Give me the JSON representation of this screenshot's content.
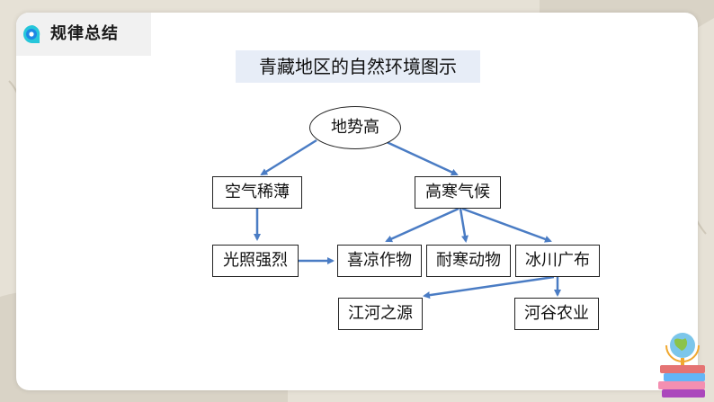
{
  "header": {
    "title": "规律总结",
    "logo_icon": "speech-bubble-logo-icon"
  },
  "diagram": {
    "title": "青藏地区的自然环境图示",
    "nodes": {
      "root": "地势高",
      "air": "空气稀薄",
      "climate": "高寒气候",
      "sunlight": "光照强烈",
      "crops": "喜凉作物",
      "animals": "耐寒动物",
      "glaciers": "冰川广布",
      "rivers": "江河之源",
      "agriculture": "河谷农业"
    }
  },
  "colors": {
    "arrow": "#4a7cc4",
    "title_bg": "#e7edf7",
    "logo_blue": "#1e88e5",
    "logo_cyan": "#26c6da"
  },
  "decoration": {
    "icon": "globe-on-books-icon"
  }
}
